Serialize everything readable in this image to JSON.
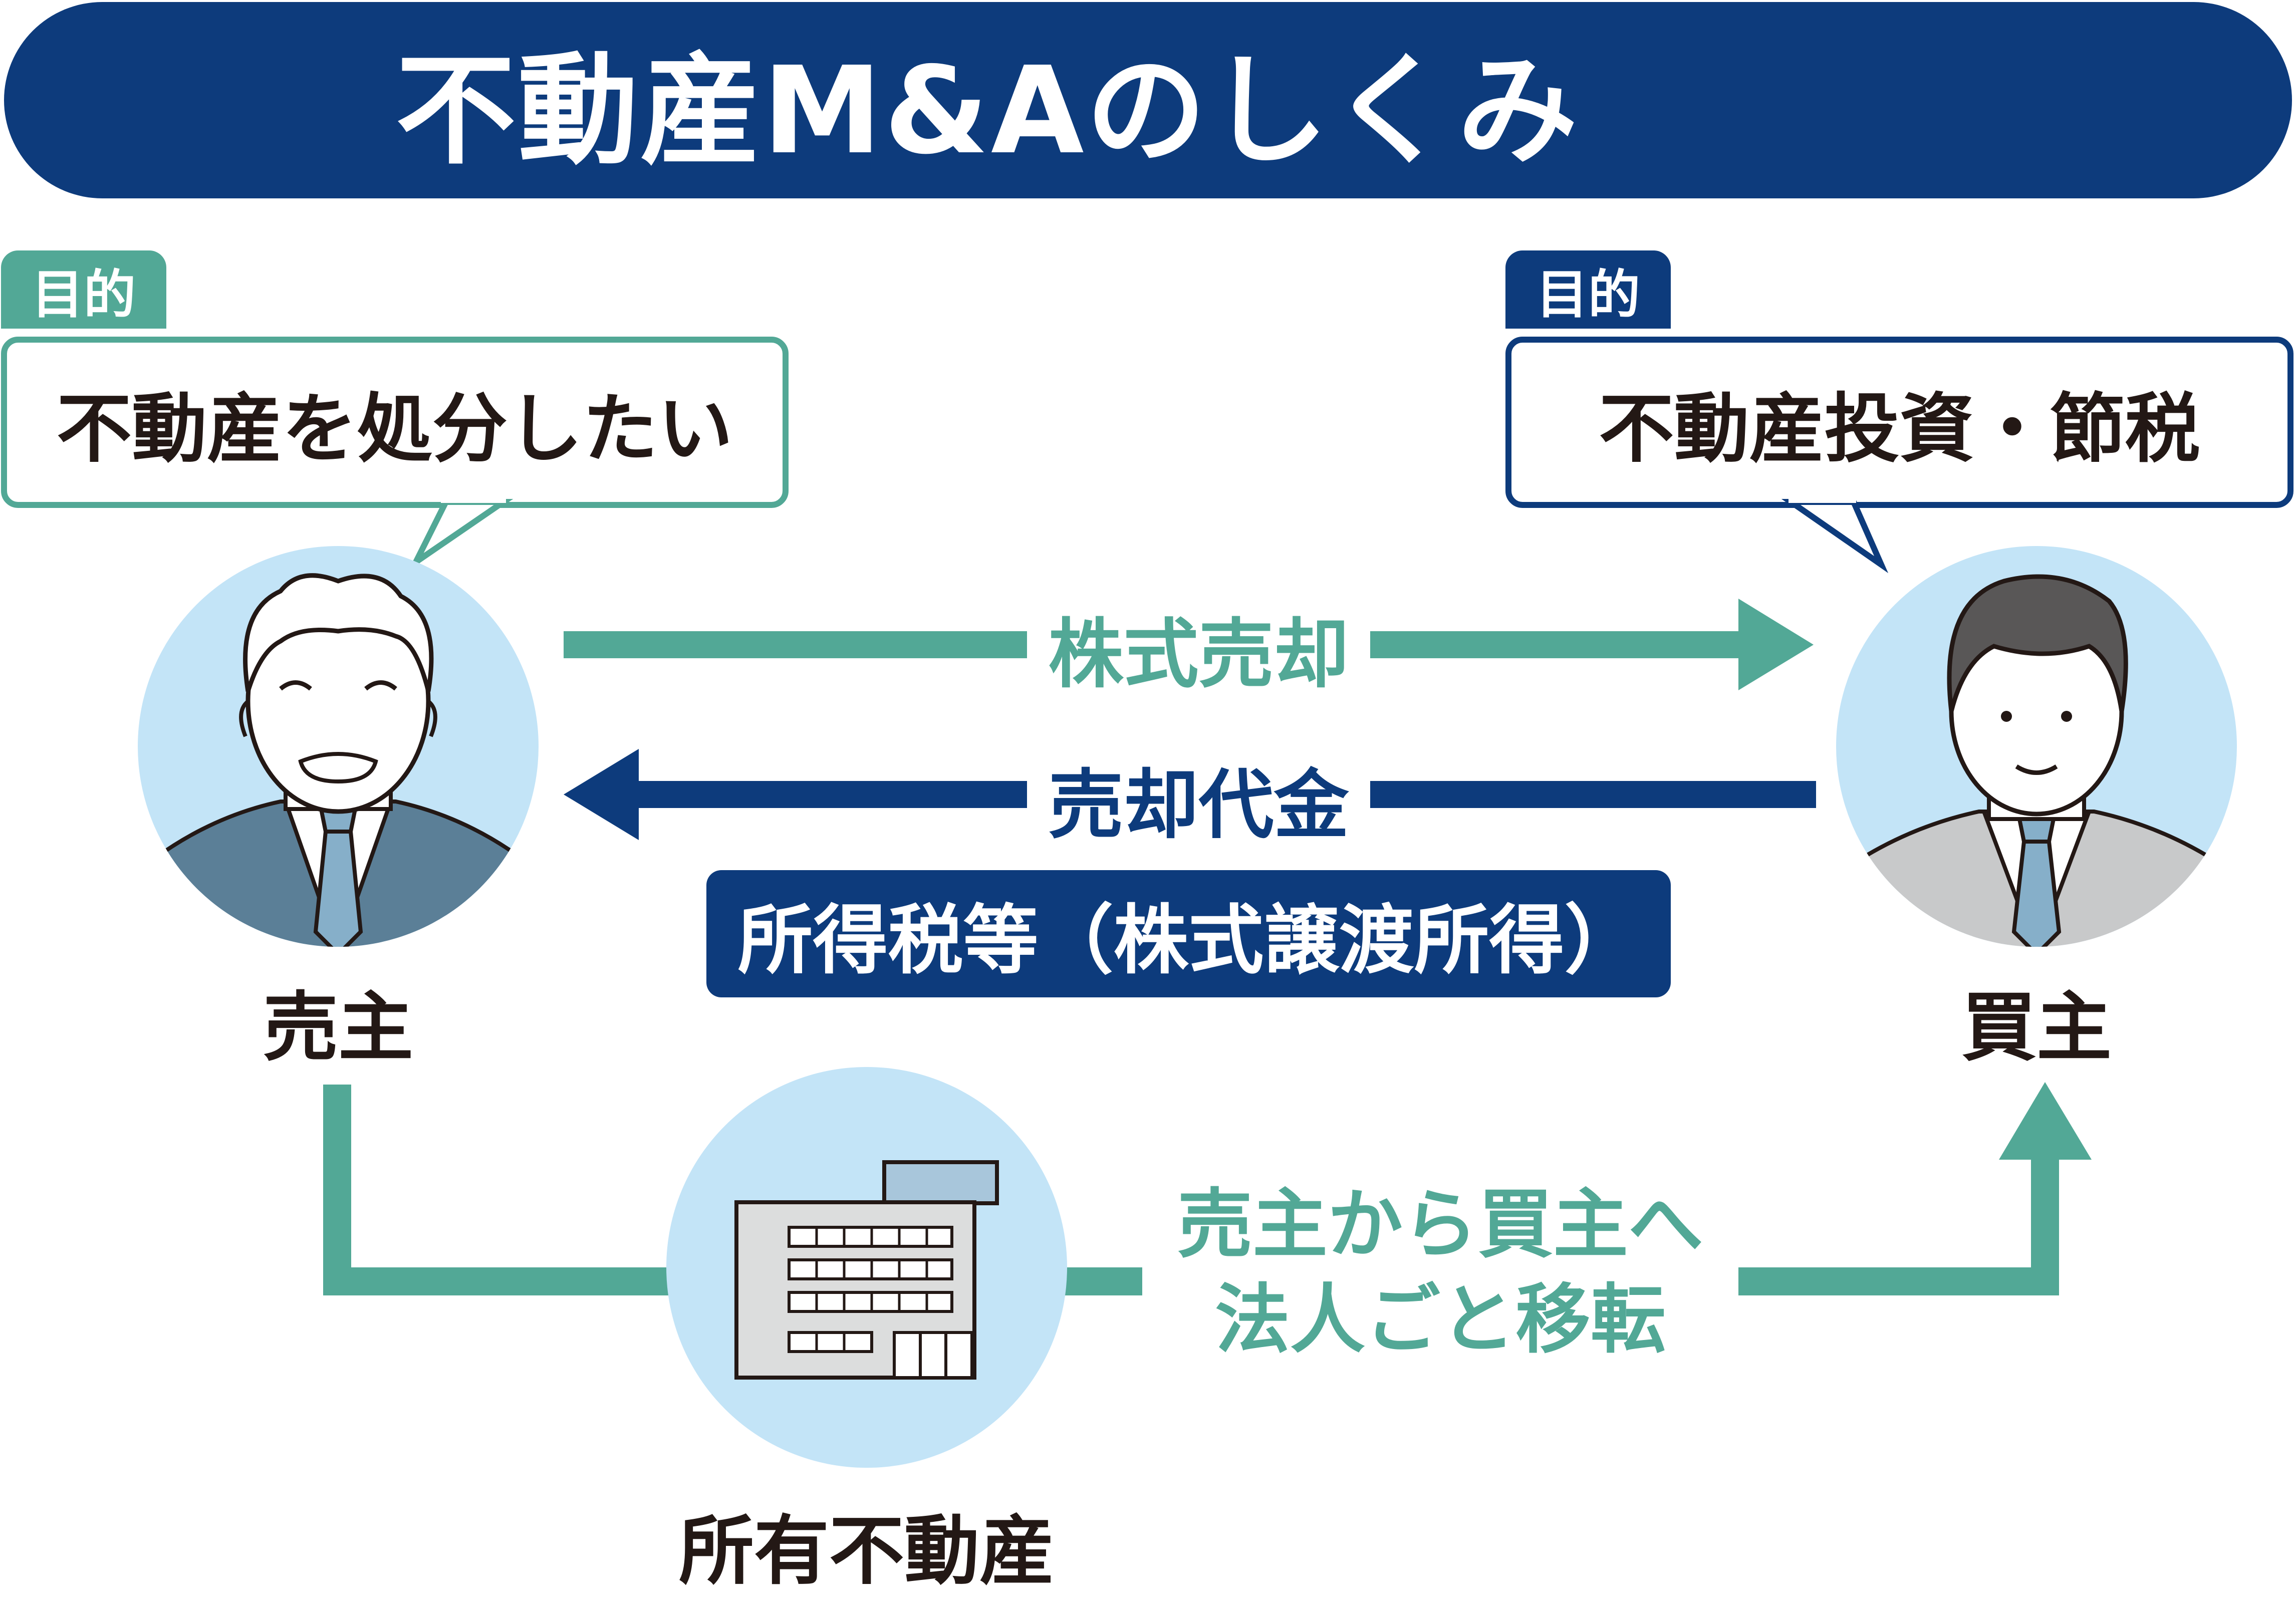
{
  "title": "不動産M&Aのしくみ",
  "seller": {
    "purpose_tag": "目的",
    "purpose": "不動産を処分したい",
    "label": "売主"
  },
  "buyer": {
    "purpose_tag": "目的",
    "purpose": "不動産投資・節税",
    "label": "買主"
  },
  "flows": {
    "share_sale": "株式売却",
    "sale_proceeds": "売却代金",
    "tax": "所得税等（株式譲渡所得）",
    "transfer_line1": "売主から買主へ",
    "transfer_line2": "法人ごと移転"
  },
  "property": {
    "label": "所有不動産"
  },
  "colors": {
    "navy": "#0d3b7c",
    "teal": "#52a896",
    "light_blue": "#c3e4f7"
  },
  "icons": {
    "seller": "elderly-businessman-icon",
    "buyer": "young-businessman-icon",
    "property": "office-building-icon"
  }
}
